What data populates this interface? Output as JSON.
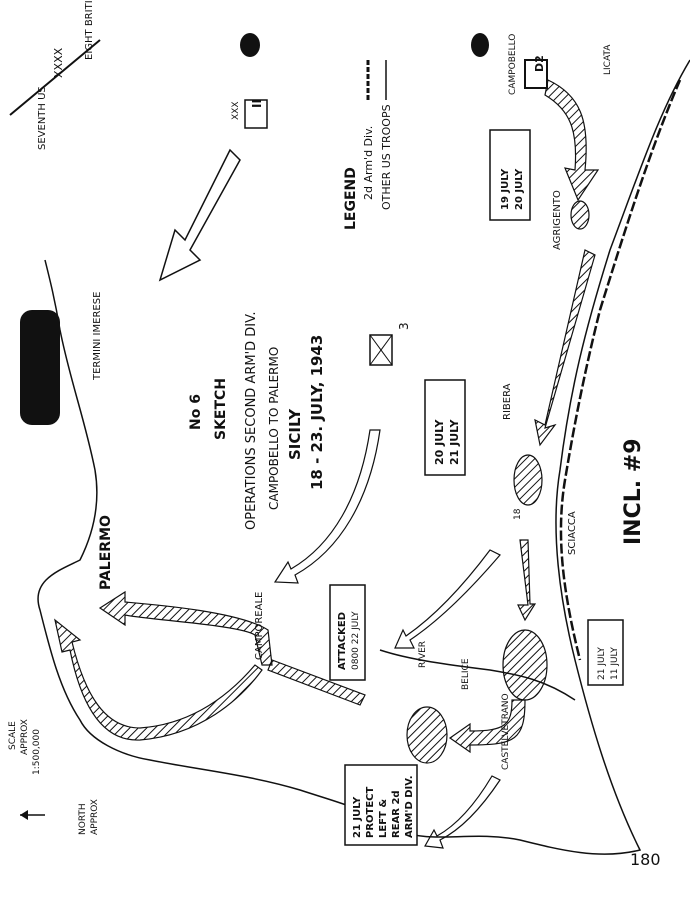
{
  "title": {
    "number": "No 6",
    "kind": "SKETCH",
    "line1": "OPERATIONS SECOND ARM'D DIV.",
    "line2": "CAMPOBELLO TO PALERMO",
    "place": "SICILY",
    "dates": "18 - 23. JULY, 1943"
  },
  "legend": {
    "heading": "LEGEND",
    "item1": "2d Arm'd Div.",
    "item2": "OTHER US TROOPS"
  },
  "army_boundary": {
    "top": "EIGHT BRITISH",
    "bottom": "SEVENTH US",
    "symbol": "XXXX"
  },
  "corps": {
    "symbol": "XXX",
    "number": "II"
  },
  "unit_3": "3",
  "places": {
    "termini": "TERMINI IMERESE",
    "palermo": "PALERMO",
    "camporeale": "CAMPOREALE",
    "castelvetrano": "CASTELVETRANO",
    "sciacca": "SCIACCA",
    "ribera": "RIBERA",
    "agrigento": "AGRIGENTO",
    "campobello": "CAMPOBELLO",
    "licata": "LICATA",
    "river": "RIVER",
    "belice": "BELICE"
  },
  "labels": {
    "date_agrigento_1": "19 JULY",
    "date_agrigento_2": "20 JULY",
    "date_ribera_1": "20 JULY",
    "date_ribera_2": "21 JULY",
    "date_sciacca_1": "21 JULY",
    "date_sciacca_2": "11 JULY",
    "attacked_1": "ATTACKED",
    "attacked_2": "0800 22 JULY",
    "protect_1": "21 JULY",
    "protect_2": "PROTECT",
    "protect_3": "LEFT &",
    "protect_4": "REAR 2d",
    "protect_5": "ARM'D DIV.",
    "unit_18": "18",
    "unit_d2": "D2"
  },
  "scale": {
    "line1": "SCALE",
    "line2": "APPROX",
    "line3": "1:500,000"
  },
  "north": {
    "line1": "NORTH",
    "line2": "APPROX"
  },
  "inclosure": "INCL. #9",
  "page_number": "180",
  "colors": {
    "ink": "#111111",
    "paper": "#ffffff"
  }
}
